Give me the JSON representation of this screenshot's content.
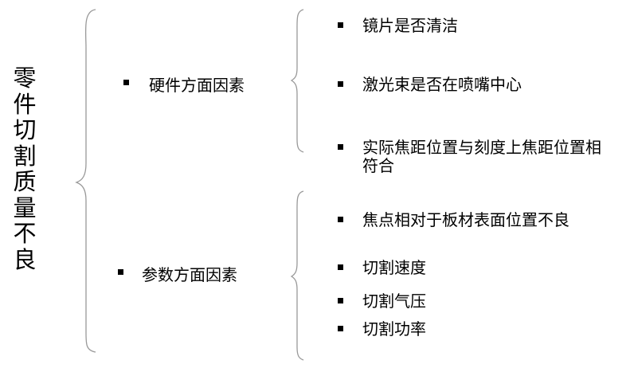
{
  "root": {
    "title": "零件切割质量不良"
  },
  "categories": [
    {
      "label": "硬件方面因素",
      "items": [
        "镜片是否清洁",
        "激光束是否在喷嘴中心",
        "实际焦距位置与刻度上焦距位置相符合"
      ]
    },
    {
      "label": "参数方面因素",
      "items": [
        "焦点相对于板材表面位置不良",
        "切割速度",
        "切割气压",
        "切割功率"
      ]
    }
  ]
}
